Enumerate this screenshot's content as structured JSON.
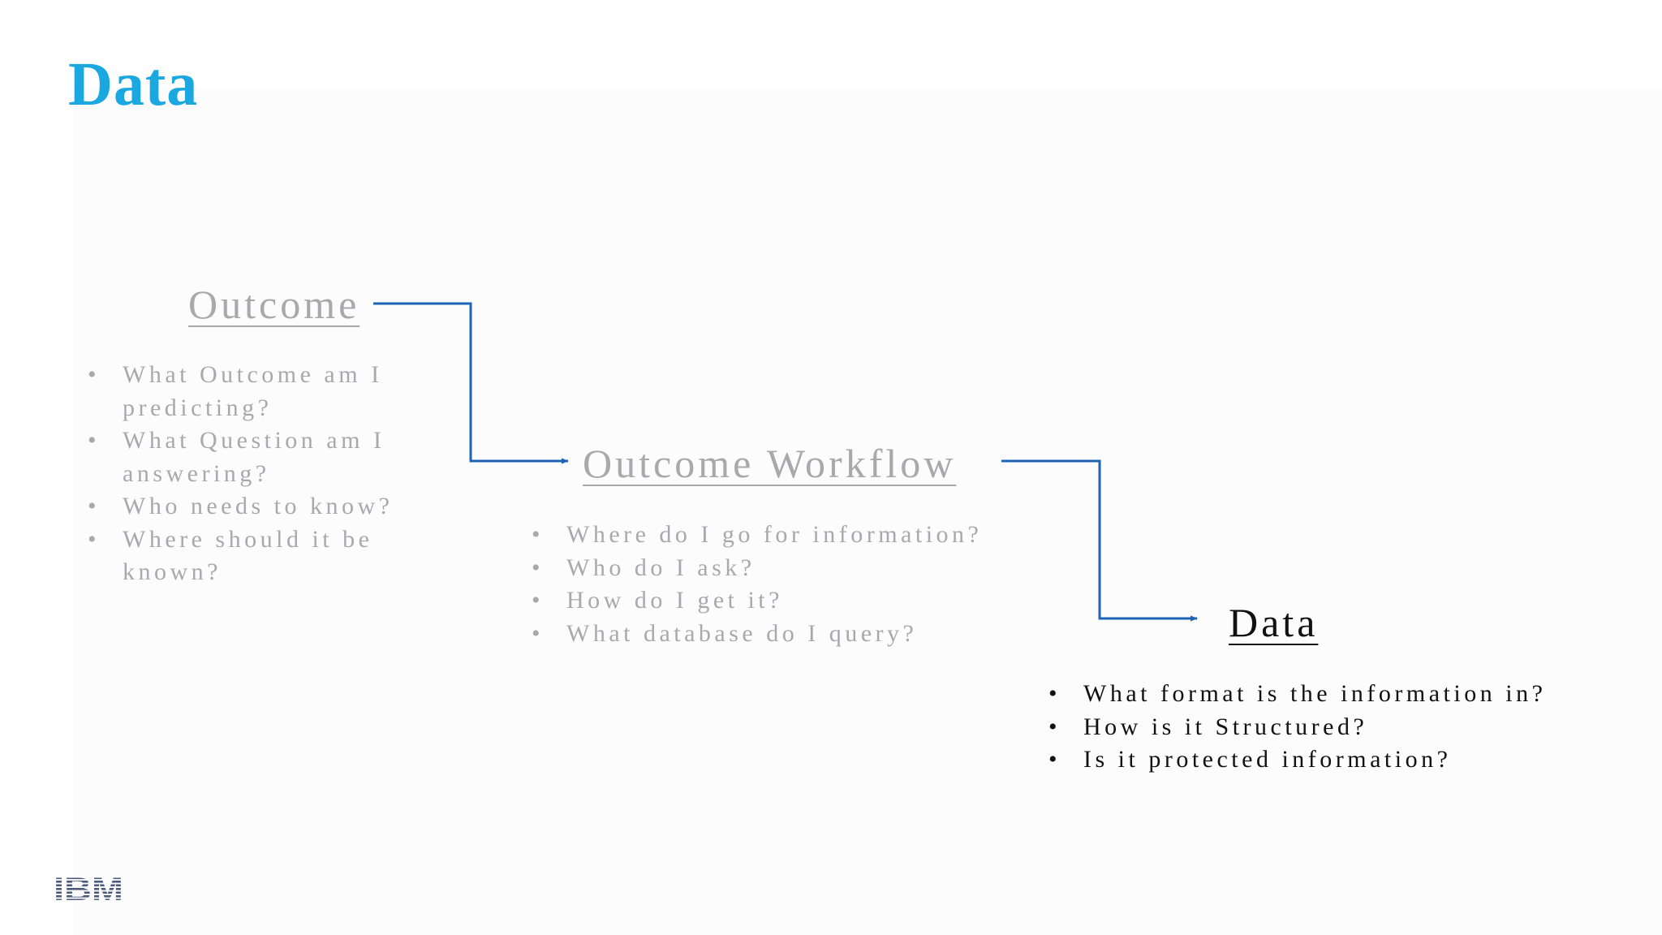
{
  "slide": {
    "title": "Data",
    "title_color": "#1ba7e0"
  },
  "stages": [
    {
      "heading": "Outcome",
      "state": "past",
      "items": [
        "What Outcome am I predicting?",
        "What Question am I answering?",
        "Who needs to know?",
        "Where should it be known?"
      ]
    },
    {
      "heading": "Outcome Workflow",
      "state": "past",
      "items": [
        "Where do I go for information?",
        "Who do I ask?",
        "How do I get it?",
        "What database do I query?"
      ]
    },
    {
      "heading": "Data",
      "state": "current",
      "items": [
        "What format is the information in?",
        "How is it Structured?",
        "Is it protected information?"
      ]
    }
  ],
  "colors": {
    "connector": "#1f63b4",
    "muted_text": "#a9a9ad",
    "active_text": "#111111"
  },
  "logo": {
    "text": "IBM",
    "color": "#4a5a7a"
  }
}
